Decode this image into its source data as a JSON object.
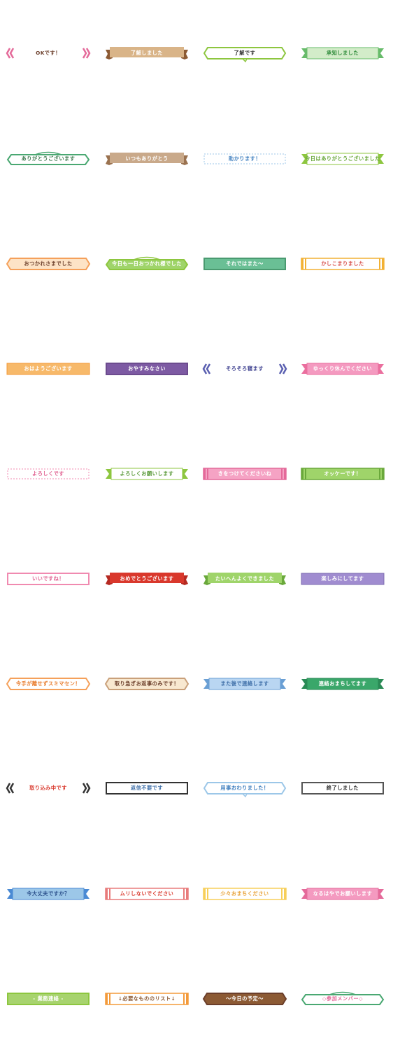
{
  "sticker_rows": [
    [
      {
        "label": "OKです！",
        "color": "#6b3e2a",
        "accent": "#e46a9a",
        "bg": "#ffffff",
        "style": "arrows"
      },
      {
        "label": "了解しました",
        "color": "#ffffff",
        "accent": "#8c5a34",
        "bg": "#d9b488",
        "style": "ribbon"
      },
      {
        "label": "了解です",
        "color": "#333333",
        "accent": "#8dc63f",
        "bg": "#ffffff",
        "style": "speech"
      },
      {
        "label": "承知しました",
        "color": "#2e8b3a",
        "accent": "#67bb6a",
        "bg": "#d3ecc9",
        "style": "bow"
      }
    ],
    [
      {
        "label": "ありがとうございます",
        "color": "#3e7a4f",
        "accent": "#4aa872",
        "bg": "#ffffff",
        "style": "arch"
      },
      {
        "label": "いつもありがとう",
        "color": "#ffffff",
        "accent": "#9a7250",
        "bg": "#c9a98a",
        "style": "ribbon"
      },
      {
        "label": "助かります！",
        "color": "#3f7fbf",
        "accent": "#9cc7e8",
        "bg": "#ffffff",
        "style": "dashed"
      },
      {
        "label": "今日はありがとうございました",
        "color": "#6aa83b",
        "accent": "#8dc63f",
        "bg": "#ffffff",
        "style": "bow"
      }
    ],
    [
      {
        "label": "おつかれさまでした",
        "color": "#6b3e2a",
        "accent": "#f5a05a",
        "bg": "#fde3c6",
        "style": "hex"
      },
      {
        "label": "今日も一日おつかれ様でした",
        "color": "#ffffff",
        "accent": "#8dc63f",
        "bg": "#9fd46a",
        "style": "arch"
      },
      {
        "label": "それではまた〜",
        "color": "#ffffff",
        "accent": "#4a9a70",
        "bg": "#6abf95",
        "style": "box"
      },
      {
        "label": "かしこまりました",
        "color": "#d9534f",
        "accent": "#f2b134",
        "bg": "#ffffff",
        "style": "stripes"
      }
    ],
    [
      {
        "label": "おはようございます",
        "color": "#ffffff",
        "accent": "#f39a3a",
        "bg": "#f7b96a",
        "style": "dots"
      },
      {
        "label": "おやすみなさい",
        "color": "#ffffff",
        "accent": "#6c4b8e",
        "bg": "#7d5aa3",
        "style": "box"
      },
      {
        "label": "そろそろ寝ます",
        "color": "#3c3f8f",
        "accent": "#5a5fb0",
        "bg": "#ffffff",
        "style": "arrows"
      },
      {
        "label": "ゆっくり休んでください",
        "color": "#ffffff",
        "accent": "#ea6f9e",
        "bg": "#f49ac0",
        "style": "bow"
      }
    ],
    [
      {
        "label": "よろしくです",
        "color": "#e06090",
        "accent": "#f08ab0",
        "bg": "#ffffff",
        "style": "dashed"
      },
      {
        "label": "よろしくお願いします",
        "color": "#5a9a3a",
        "accent": "#8dc63f",
        "bg": "#ffffff",
        "style": "bow"
      },
      {
        "label": "きをつけてくださいね",
        "color": "#ffffff",
        "accent": "#e46a9a",
        "bg": "#f5a3c4",
        "style": "stripes"
      },
      {
        "label": "オッケーです！",
        "color": "#ffffff",
        "accent": "#6aa83b",
        "bg": "#9fd46a",
        "style": "stripes"
      }
    ],
    [
      {
        "label": "いいですね！",
        "color": "#e06090",
        "accent": "#f08ab0",
        "bg": "#ffffff",
        "style": "box"
      },
      {
        "label": "おめでとうございます",
        "color": "#ffffff",
        "accent": "#b52a22",
        "bg": "#d9382c",
        "style": "ribbon"
      },
      {
        "label": "たいへんよくできました",
        "color": "#ffffff",
        "accent": "#6aa83b",
        "bg": "#9fd46a",
        "style": "ribbon"
      },
      {
        "label": "楽しみにしてます",
        "color": "#ffffff",
        "accent": "#7d6bb0",
        "bg": "#a08cd0",
        "style": "dots"
      }
    ],
    [
      {
        "label": "今手が離せずスミマセン！",
        "color": "#e87b2b",
        "accent": "#f5a05a",
        "bg": "#ffffff",
        "style": "hex"
      },
      {
        "label": "取り急ぎお返事のみです！",
        "color": "#6b3e2a",
        "accent": "#c9a07a",
        "bg": "#f8e8d0",
        "style": "hex"
      },
      {
        "label": "また後で連絡します",
        "color": "#3f6fa8",
        "accent": "#6a9fd4",
        "bg": "#b9d6f2",
        "style": "bow"
      },
      {
        "label": "連絡おまちしてます",
        "color": "#ffffff",
        "accent": "#2a8a55",
        "bg": "#3aa76a",
        "style": "bow"
      }
    ],
    [
      {
        "label": "取り込み中です",
        "color": "#d9382c",
        "accent": "#333333",
        "bg": "#ffffff",
        "style": "arrows"
      },
      {
        "label": "返信不要です",
        "color": "#3f6fa8",
        "accent": "#333333",
        "bg": "#ffffff",
        "style": "box"
      },
      {
        "label": "用事おわりました！",
        "color": "#3f7fbf",
        "accent": "#9cc7e8",
        "bg": "#ffffff",
        "style": "speech"
      },
      {
        "label": "終了しました",
        "color": "#333333",
        "accent": "#555555",
        "bg": "#ffffff",
        "style": "box"
      }
    ],
    [
      {
        "label": "今大丈夫ですか？",
        "color": "#2a4f8a",
        "accent": "#4a8ad4",
        "bg": "#9cc7e8",
        "style": "bow"
      },
      {
        "label": "ムリしないでください",
        "color": "#d9382c",
        "accent": "#e87b7b",
        "bg": "#ffffff",
        "style": "stripes"
      },
      {
        "label": "少々おまちください",
        "color": "#e8a33b",
        "accent": "#f7cf5a",
        "bg": "#ffffff",
        "style": "stripes"
      },
      {
        "label": "なるはやでお願いします",
        "color": "#ffffff",
        "accent": "#e46a9a",
        "bg": "#f49ac0",
        "style": "bow"
      }
    ],
    [
      {
        "label": "- 業務連絡 -",
        "color": "#ffffff",
        "accent": "#8dc63f",
        "bg": "#a7d36e",
        "style": "box"
      },
      {
        "label": "↓必要なもののリスト↓",
        "color": "#8c5a34",
        "accent": "#f39a3a",
        "bg": "#ffffff",
        "style": "stripes"
      },
      {
        "label": "〜今日の予定〜",
        "color": "#ffffff",
        "accent": "#6b3e2a",
        "bg": "#8c5a34",
        "style": "hex"
      },
      {
        "label": "◇参加メンバー◇",
        "color": "#e46a9a",
        "accent": "#4aa872",
        "bg": "#ffffff",
        "style": "arch"
      }
    ]
  ]
}
